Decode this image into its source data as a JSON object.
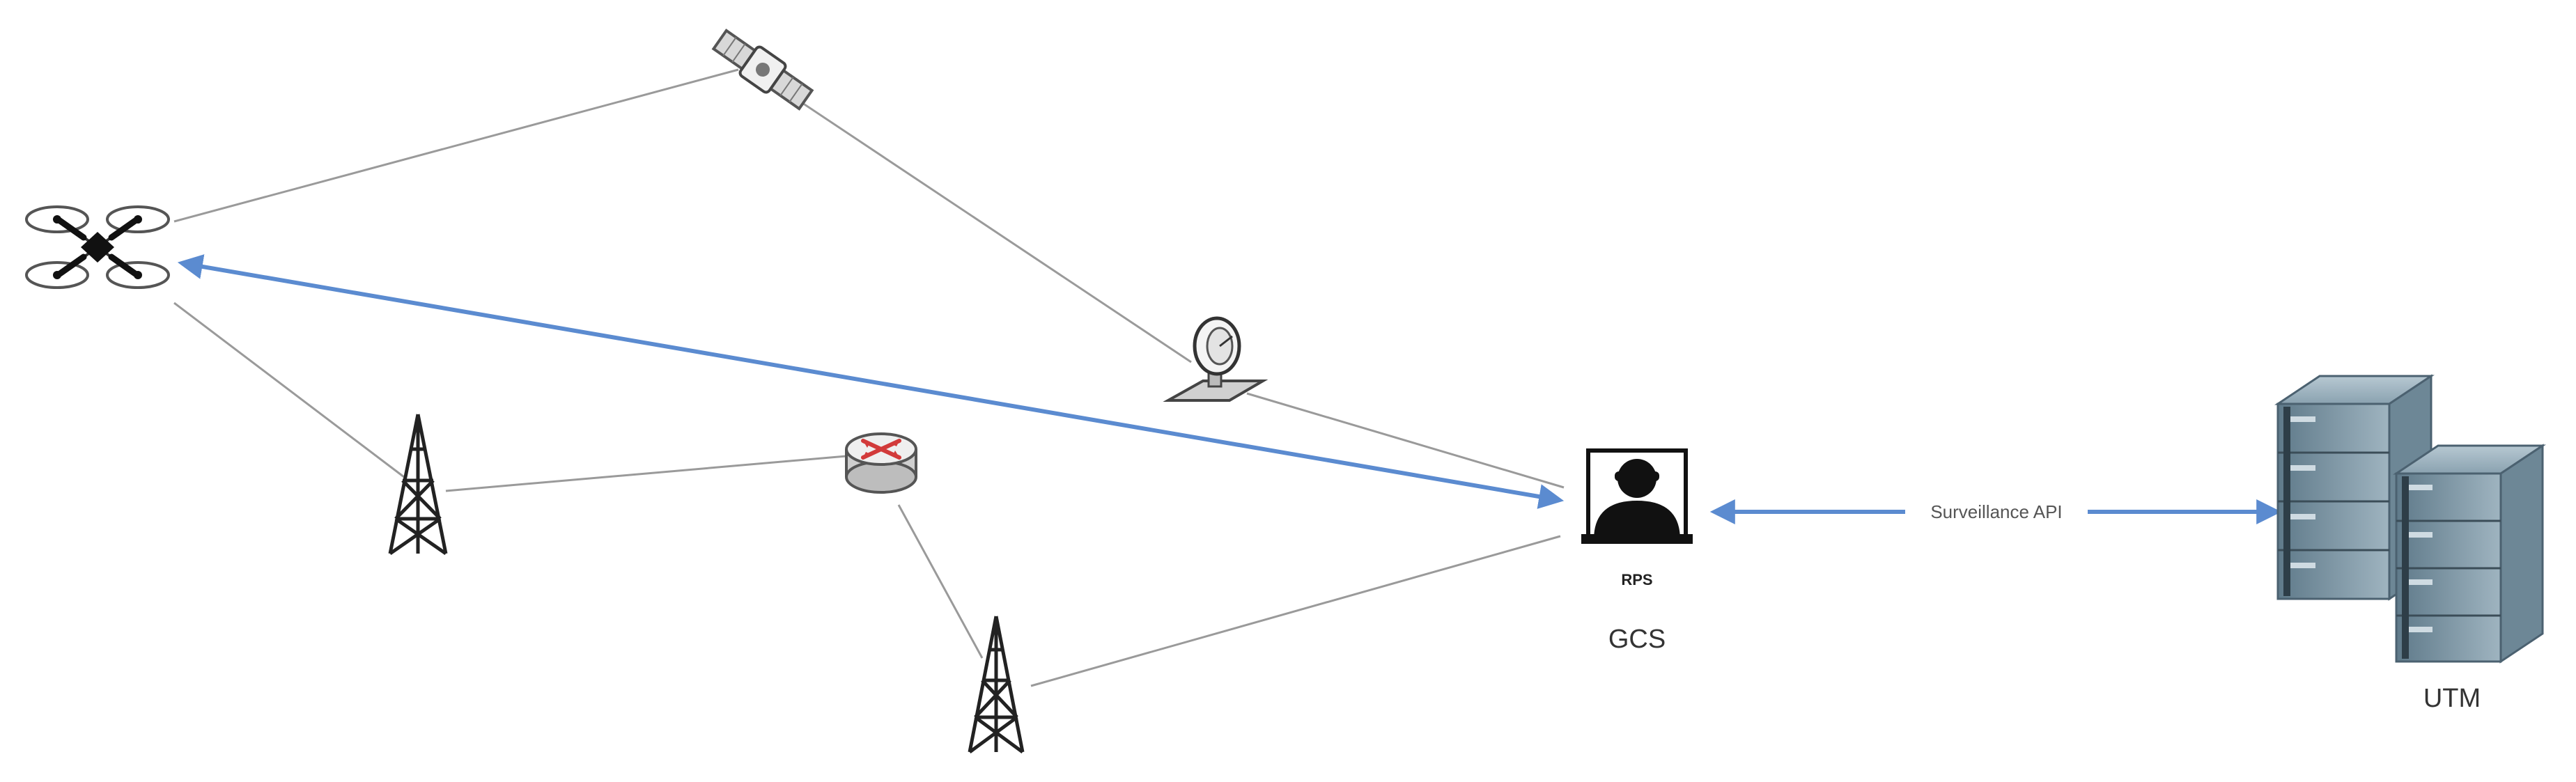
{
  "nodes": {
    "drone": {
      "icon": "drone-icon"
    },
    "satellite": {
      "icon": "satellite-icon"
    },
    "ground_station": {
      "icon": "satellite-dish-icon"
    },
    "router": {
      "icon": "router-icon"
    },
    "tower_1": {
      "icon": "cell-tower-icon"
    },
    "tower_2": {
      "icon": "cell-tower-icon"
    },
    "gcs": {
      "icon": "pilot-monitor-icon",
      "badge": "RPS",
      "label": "GCS"
    },
    "utm": {
      "icon": "server-rack-icon",
      "label": "UTM"
    }
  },
  "links": {
    "surveillance_api": {
      "label": "Surveillance API"
    }
  },
  "colors": {
    "link_blue": "#5b8bd0",
    "connector_gray": "#9a9a9a",
    "server_body": "#7d97a6",
    "router_accent": "#d23a3a"
  }
}
